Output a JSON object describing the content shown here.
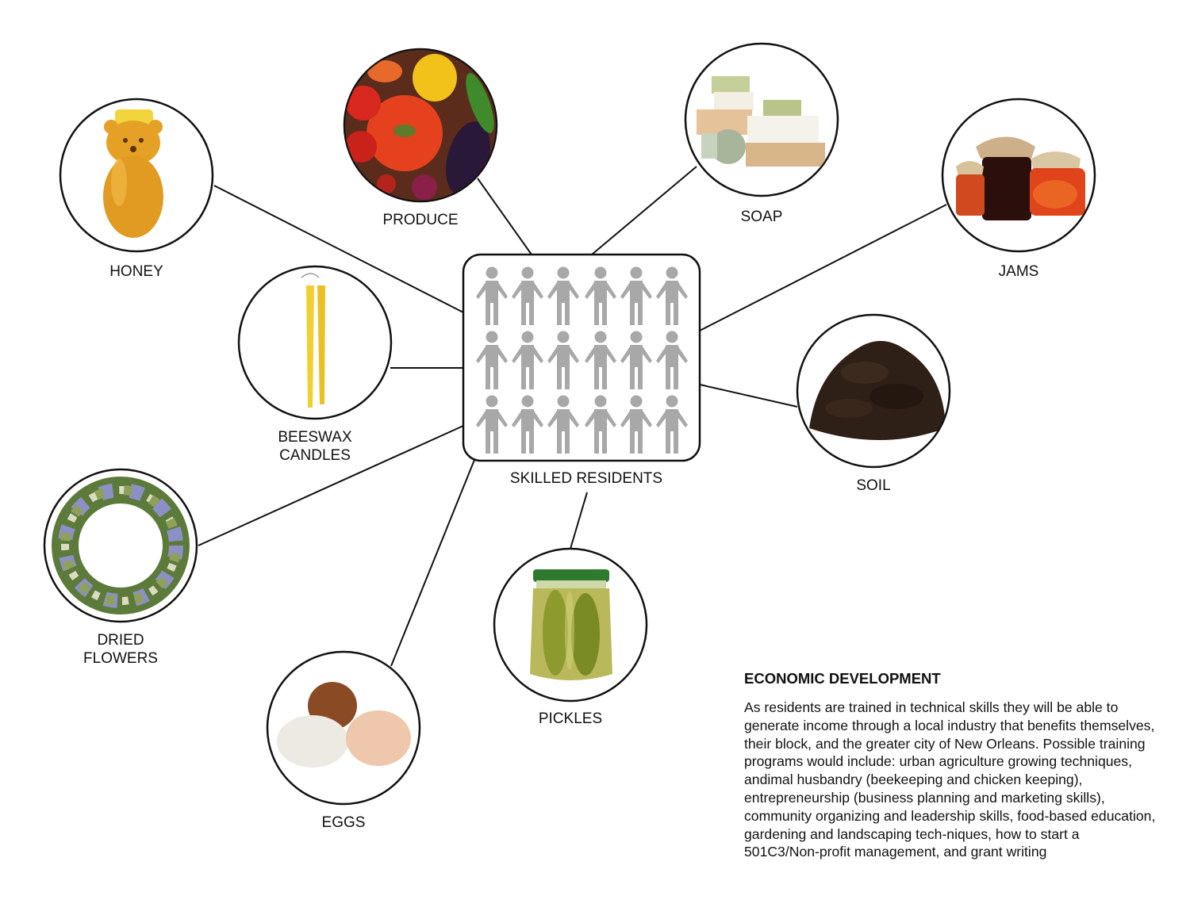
{
  "nodes": {
    "center": {
      "label": "SKILLED RESIDENTS"
    },
    "honey": {
      "label": "HONEY"
    },
    "produce": {
      "label": "PRODUCE"
    },
    "soap": {
      "label": "SOAP"
    },
    "jams": {
      "label": "JAMS"
    },
    "candles": {
      "line1": "BEESWAX",
      "line2": "CANDLES"
    },
    "soil": {
      "label": "SOIL"
    },
    "flowers": {
      "line1": "DRIED",
      "line2": "FLOWERS"
    },
    "pickles": {
      "label": "PICKLES"
    },
    "eggs": {
      "label": "EGGS"
    }
  },
  "info": {
    "title": "ECONOMIC DEVELOPMENT",
    "body": "As residents are trained in technical skills they will be able to generate income through a local industry that benefits themselves, their block, and the greater city of New Orleans. Possible training programs would include: urban agriculture growing techniques, andimal husbandry (beekeeping and chicken keeping), entrepreneurship (business planning and marketing skills), community organizing and leadership skills, food-based education, gardening and landscaping tech-niques, how to start a 501C3/Non-profit management, and grant writing"
  },
  "colors": {
    "stroke": "#111111",
    "figure": "#a8a8a8"
  }
}
